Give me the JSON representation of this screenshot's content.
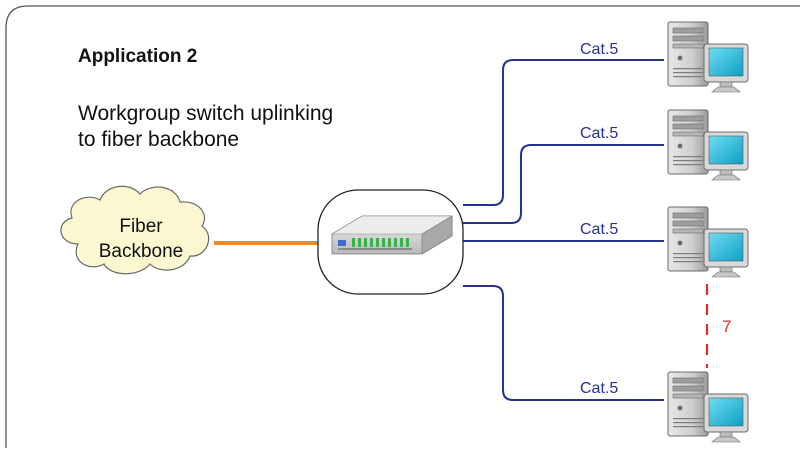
{
  "header": {
    "title": "Application 2",
    "subtitle_line1": "Workgroup switch uplinking",
    "subtitle_line2": "to fiber backbone"
  },
  "cloud": {
    "line1": "Fiber",
    "line2": "Backbone"
  },
  "links": {
    "pc1": "Cat.5",
    "pc2": "Cat.5",
    "pc3": "Cat.5",
    "pc4": "Cat.5"
  },
  "gap_count": "7",
  "colors": {
    "cable": "#27318f",
    "fiber": "#f08a1c",
    "gap_dash": "#e32a2a",
    "frame": "#555555",
    "cloud_fill": "#fbf7d0",
    "monitor_screen": "#19b7d6",
    "switch_leds": "#35b34a"
  },
  "icons": {
    "cloud": "cloud-icon",
    "switch": "network-switch-icon",
    "computer": "desktop-computer-icon"
  }
}
